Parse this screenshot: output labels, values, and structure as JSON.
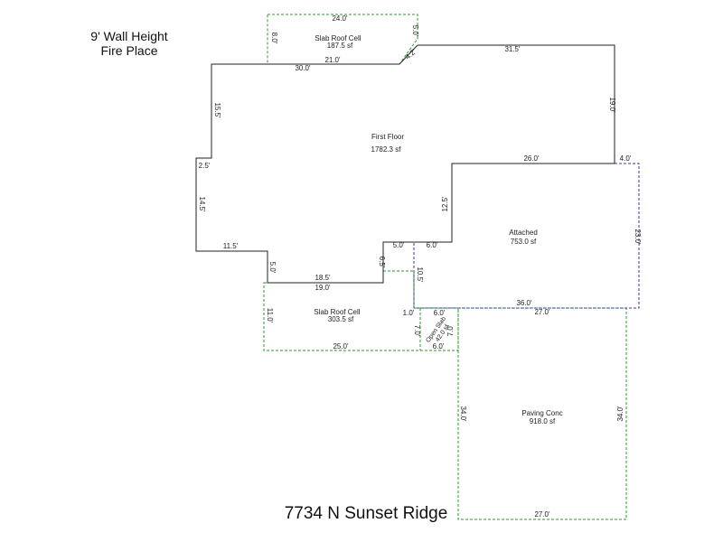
{
  "notes": {
    "line1": "9' Wall Height",
    "line2": "Fire Place"
  },
  "address": "7734 N Sunset Ridge",
  "areas": {
    "first_floor": {
      "name": "First Floor",
      "size": "1782.3 sf"
    },
    "attached": {
      "name": "Attached",
      "size": "753.0 sf"
    },
    "slab_top": {
      "name": "Slab Roof Cell",
      "size": "187.5 sf"
    },
    "slab_bottom": {
      "name": "Slab Roof Cell",
      "size": "303.5 sf"
    },
    "paving": {
      "name": "Paving Conc",
      "size": "918.0 sf"
    },
    "open_slab": {
      "name": "Open Slab",
      "size": "42.0 sf"
    }
  },
  "dims": {
    "top_24": "24.0'",
    "top_8": "8.0'",
    "top_5": "5.0'",
    "top_21": "21.0'",
    "top_4_2": "4.2'",
    "top_31_5": "31.5'",
    "top_30": "30.0'",
    "right_19": "19.0'",
    "left_15_5": "15.5'",
    "left_2_5": "2.5'",
    "left_14_5": "14.5'",
    "left_11_5": "11.5'",
    "mid_26": "26.0'",
    "mid_4": "4.0'",
    "mid_12_5": "12.5'",
    "mid_5": "5.0'",
    "mid_6a": "6.0'",
    "mid_6_5": "6.5'",
    "mid_5b": "5.0'",
    "mid_18_5": "18.5'",
    "mid_19": "19.0'",
    "mid_10_5": "10.5'",
    "att_23": "23.0'",
    "att_36": "36.0'",
    "pav_27_top": "27.0'",
    "slab_11": "11.0'",
    "slab_1": "1.0'",
    "slab_7a": "7.0'",
    "slab_6b": "6.0'",
    "slab_7b": "7.0'",
    "slab_25": "25.0'",
    "slab_6c": "6.0'",
    "pav_34_left": "34.0'",
    "pav_34_right": "34.0'",
    "pav_27_bottom": "27.0'"
  },
  "colors": {
    "house_line": "#222222",
    "slab_line": "#2e9a2e",
    "attached_line": "#3a3aa0"
  }
}
